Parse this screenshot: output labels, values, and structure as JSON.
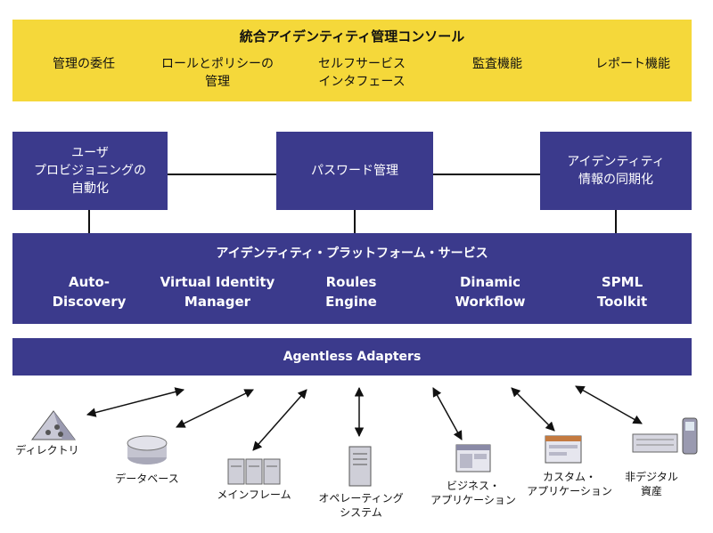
{
  "console": {
    "title": "統合アイデンティティ管理コンソール",
    "items": [
      [
        "管理の委任"
      ],
      [
        "ロールとポリシーの",
        "管理"
      ],
      [
        "セルフサービス",
        "インタフェース"
      ],
      [
        "監査機能"
      ],
      [
        "レポート機能"
      ]
    ]
  },
  "modules": {
    "provisioning": [
      "ユーザ",
      "プロビジョニングの",
      "自動化"
    ],
    "password": [
      "パスワード管理"
    ],
    "sync": [
      "アイデンティティ",
      "情報の同期化"
    ]
  },
  "platform": {
    "title": "アイデンティティ・プラットフォーム・サービス",
    "services": [
      [
        "Auto-",
        "Discovery"
      ],
      [
        "Virtual Identity",
        "Manager"
      ],
      [
        "Roules",
        "Engine"
      ],
      [
        "Dinamic",
        "Workflow"
      ],
      [
        "SPML",
        "Toolkit"
      ]
    ]
  },
  "adapters": {
    "label": "Agentless Adapters"
  },
  "resources": [
    {
      "label": [
        "ディレクトリ"
      ],
      "icon": "directory-icon"
    },
    {
      "label": [
        "データベース"
      ],
      "icon": "database-icon"
    },
    {
      "label": [
        "メインフレーム"
      ],
      "icon": "mainframe-icon"
    },
    {
      "label": [
        "オペレーティング",
        "システム"
      ],
      "icon": "server-icon"
    },
    {
      "label": [
        "ビジネス・",
        "アプリケーション"
      ],
      "icon": "business-app-icon"
    },
    {
      "label": [
        "カスタム・",
        "アプリケーション"
      ],
      "icon": "custom-app-icon"
    },
    {
      "label": [
        "非デジタル",
        "資産"
      ],
      "icon": "non-digital-asset-icon"
    }
  ],
  "colors": {
    "console": "#f5d83a",
    "box": "#3b3a8c",
    "text_light": "#ffffff"
  }
}
